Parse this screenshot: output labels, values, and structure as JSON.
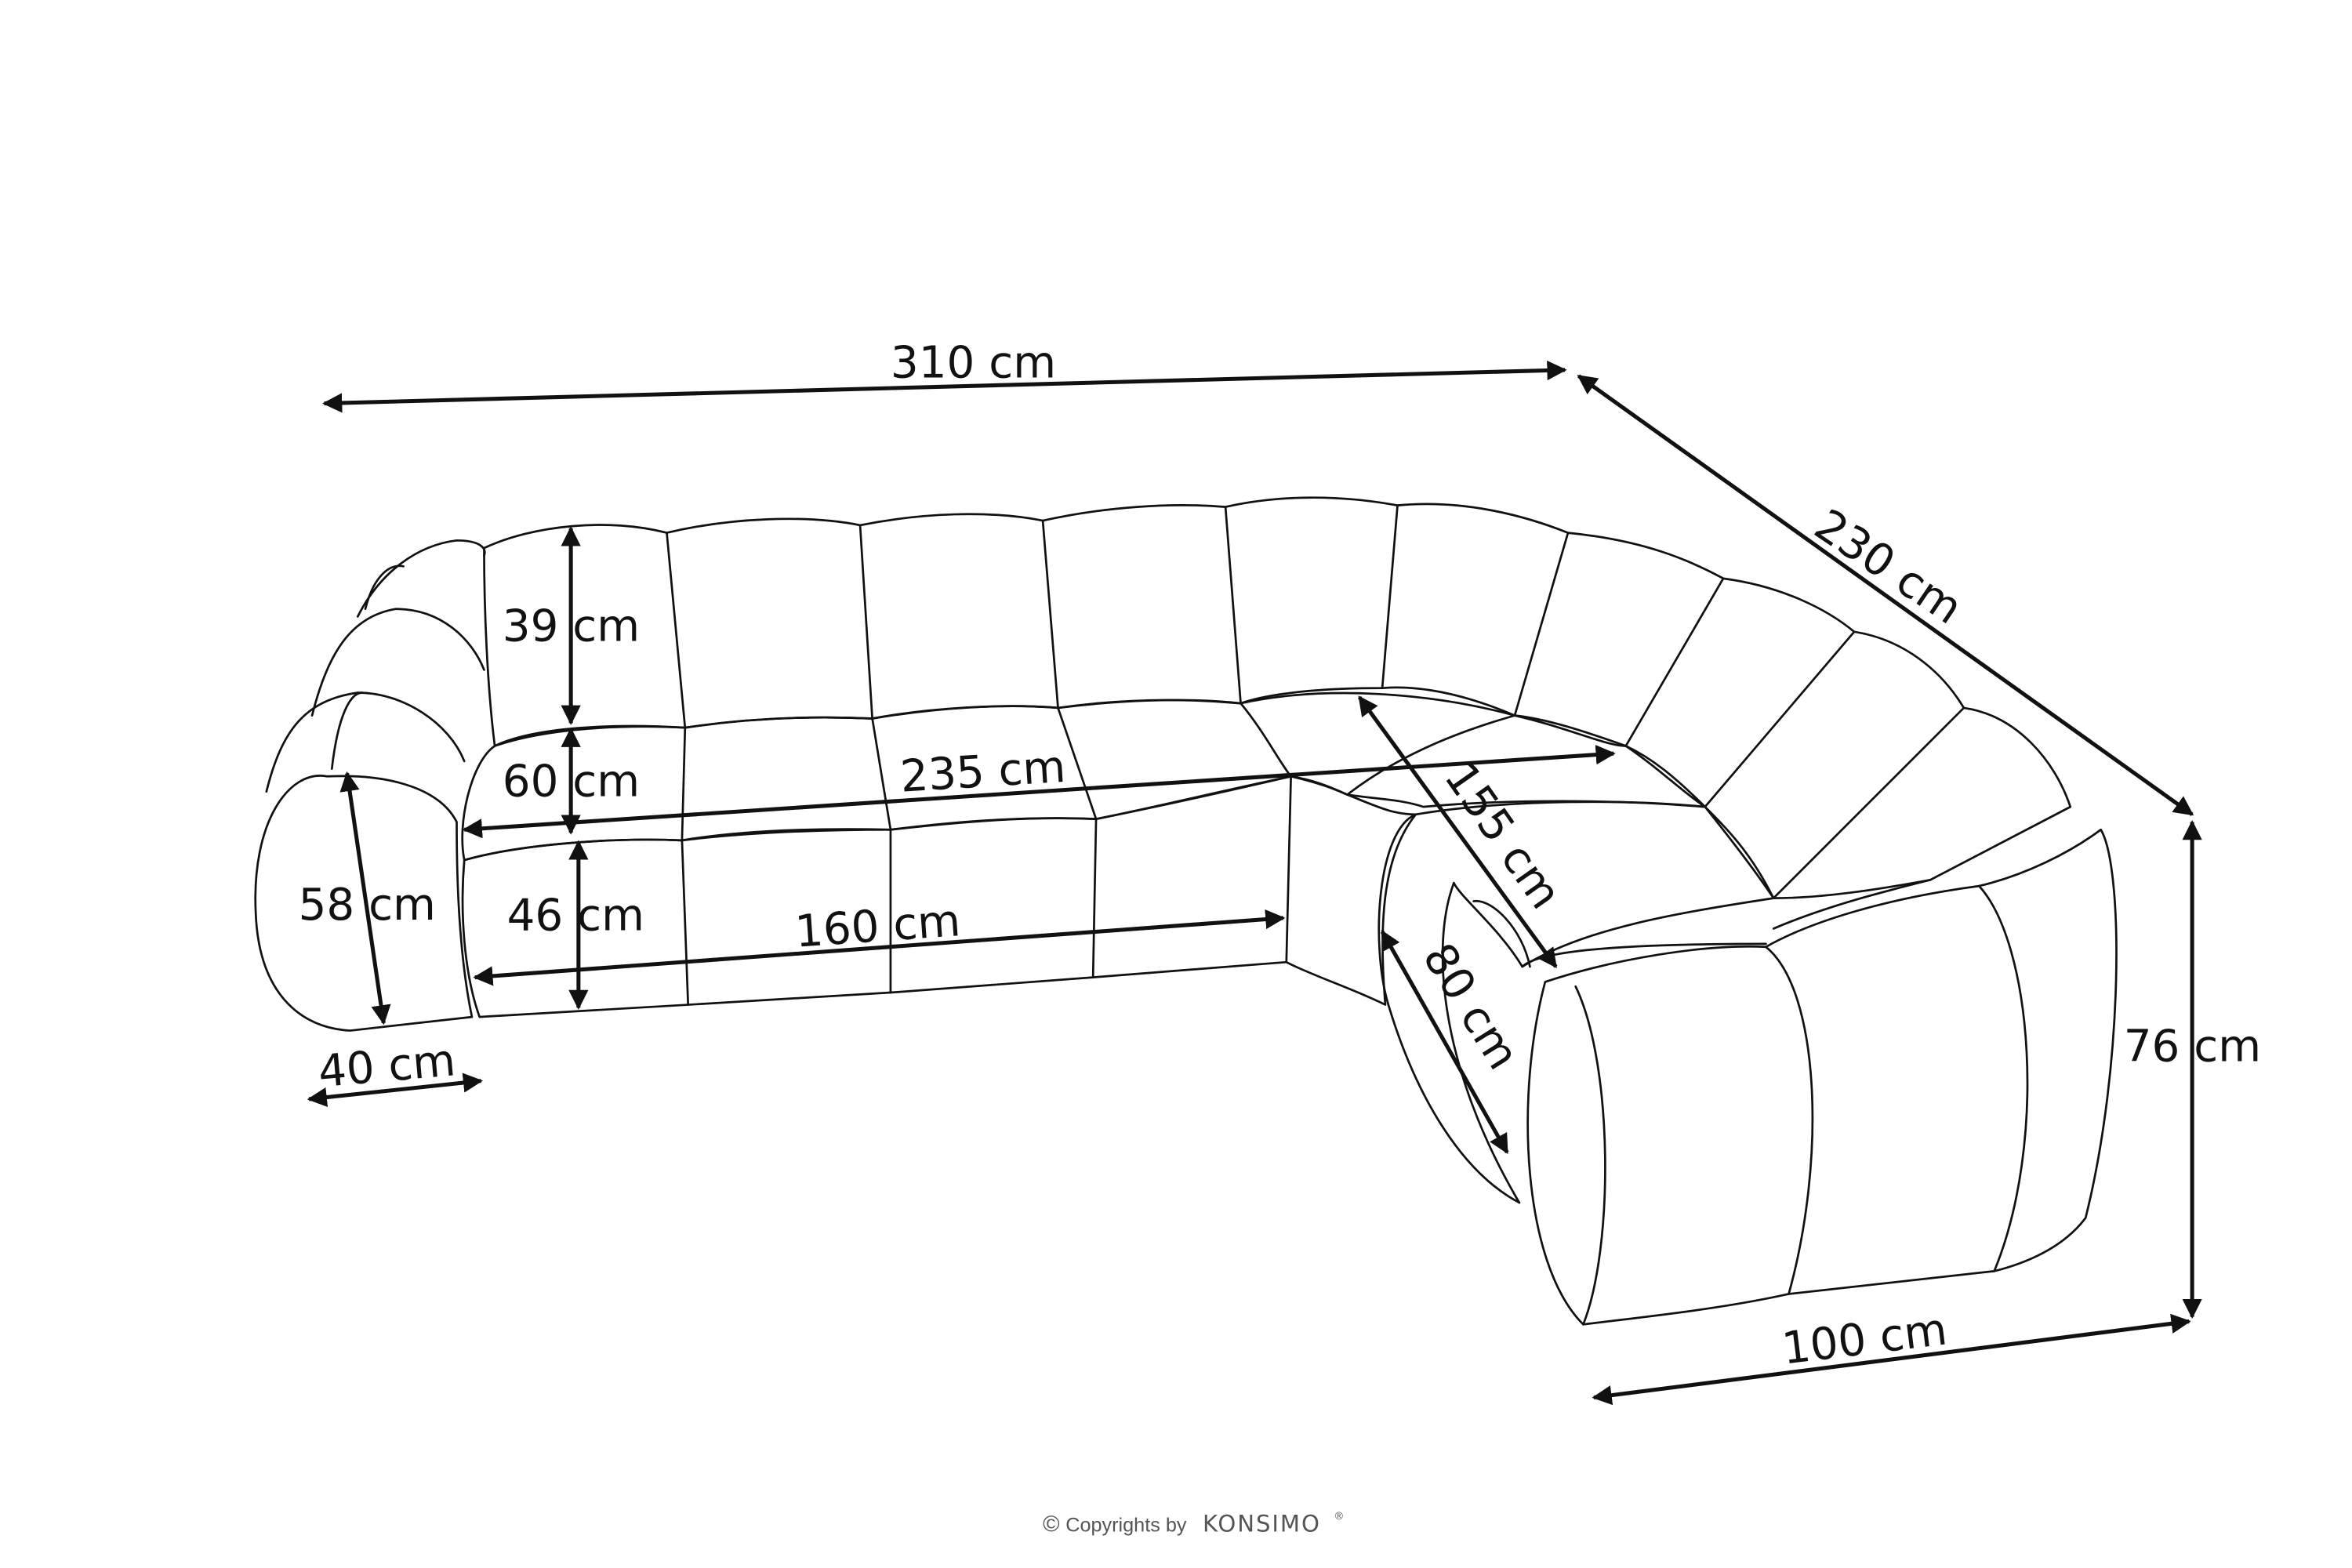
{
  "dimensions": {
    "total_width": "310 cm",
    "total_depth": "230 cm",
    "height": "76 cm",
    "end_width": "100 cm",
    "back_height": "39 cm",
    "seat_depth": "60 cm",
    "seat_height": "46 cm",
    "arm_depth": "58 cm",
    "arm_width": "40 cm",
    "inner_back_length": "235 cm",
    "inner_seat_length": "160 cm",
    "inner_side_back_length": "155 cm",
    "inner_side_seat_length": "80 cm"
  },
  "footer": {
    "copyright_symbol": "©",
    "copyright_text": "Copyrights by",
    "brand": "KONSIMO",
    "registered": "®"
  }
}
